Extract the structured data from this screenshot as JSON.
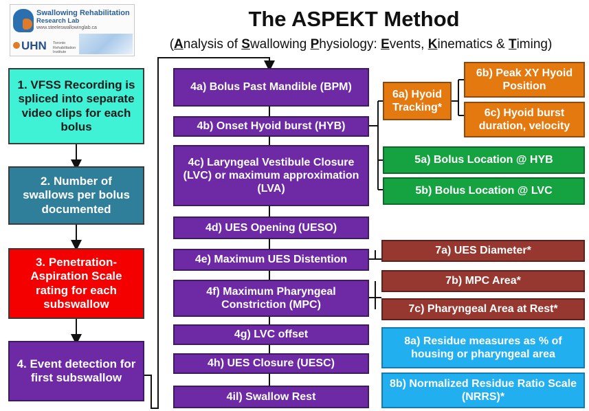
{
  "header": {
    "title": "The ASPEKT Method",
    "subtitle_parts": [
      {
        "t": "(",
        "u": false
      },
      {
        "t": "A",
        "u": true
      },
      {
        "t": "nalysis of ",
        "u": false
      },
      {
        "t": "S",
        "u": true
      },
      {
        "t": "wallowing ",
        "u": false
      },
      {
        "t": "P",
        "u": true
      },
      {
        "t": "hysiology: ",
        "u": false
      },
      {
        "t": "E",
        "u": true
      },
      {
        "t": "vents, ",
        "u": false
      },
      {
        "t": "K",
        "u": true
      },
      {
        "t": "inematics & ",
        "u": false
      },
      {
        "t": "T",
        "u": true
      },
      {
        "t": "iming)",
        "u": false
      }
    ]
  },
  "logo": {
    "lab_line1": "Swallowing Rehabilitation",
    "lab_line2": "Research Lab",
    "url": "www.steeleswallowinglab.ca",
    "org": "UHN",
    "org_small": "Toronto Rehabilitation Institute"
  },
  "left_column": [
    {
      "id": "step1",
      "text": "1. VFSS Recording is spliced into separate video clips for each bolus",
      "color": "#3ff2d6"
    },
    {
      "id": "step2",
      "text": "2. Number of swallows per bolus documented",
      "color": "#2f7f9a"
    },
    {
      "id": "step3",
      "text": "3. Penetration-Aspiration Scale rating for each subswallow",
      "color": "#f40000"
    },
    {
      "id": "step4",
      "text": "4. Event detection for first subswallow",
      "color": "#6d2aa4"
    }
  ],
  "events": [
    {
      "id": "4a",
      "text": "4a) Bolus Past Mandible (BPM)"
    },
    {
      "id": "4b",
      "text": "4b) Onset Hyoid burst (HYB)"
    },
    {
      "id": "4c",
      "text": "4c) Laryngeal Vestibule Closure (LVC) or maximum approximation (LVA)"
    },
    {
      "id": "4d",
      "text": "4d) UES Opening (UESO)"
    },
    {
      "id": "4e",
      "text": "4e) Maximum UES Distention"
    },
    {
      "id": "4f",
      "text": "4f) Maximum Pharyngeal Constriction (MPC)"
    },
    {
      "id": "4g",
      "text": "4g) LVC offset"
    },
    {
      "id": "4h",
      "text": "4h) UES Closure (UESC)"
    },
    {
      "id": "4i",
      "text": "4il) Swallow Rest"
    }
  ],
  "measures": {
    "hyoid_tracking": "6a) Hyoid Tracking*",
    "peak_xy": "6b) Peak XY Hyoid Position",
    "hyoid_burst": "6c) Hyoid burst duration, velocity",
    "bolus_hyb": "5a) Bolus Location @ HYB",
    "bolus_lvc": "5b) Bolus Location @ LVC",
    "ues_diameter": "7a) UES Diameter*",
    "mpc_area": "7b) MPC Area*",
    "pharyngeal_rest": "7c) Pharyngeal Area at Rest*",
    "residue_measures": "8a) Residue measures as % of housing or pharyngeal area",
    "nrrs": "8b) Normalized Residue Ratio Scale (NRRS)*"
  },
  "colors": {
    "purple": "#6d2aa4",
    "orange": "#e4790f",
    "green": "#15a342",
    "maroon": "#973830",
    "sky": "#22aff0",
    "teal": "#3ff2d6",
    "steel": "#2f7f9a",
    "red": "#f40000"
  }
}
